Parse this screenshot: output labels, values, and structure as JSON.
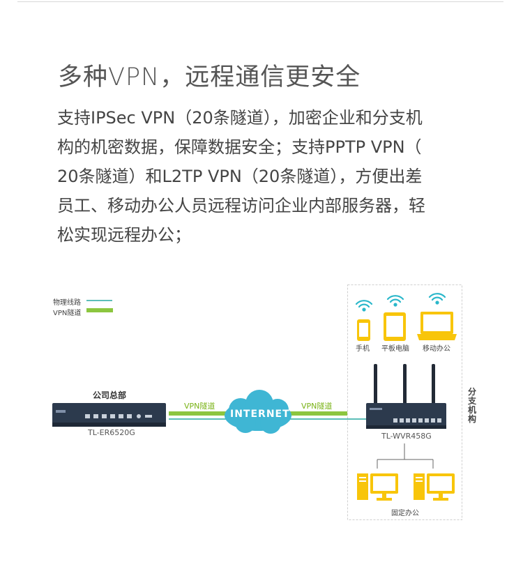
{
  "title": "多种VPN，远程通信更安全",
  "description_lines": [
    "支持IPSec VPN（20条隧道），加密企业和分支机",
    "构的机密数据，保障数据安全；支持PPTP VPN（",
    "20条隧道）和L2TP VPN（20条隧道），方便出差",
    "员工、移动办公人员远程访问企业内部服务器，轻",
    "松实现远程办公；"
  ],
  "legend": {
    "physical": {
      "label": "物理线路",
      "color": "#27a9a1"
    },
    "vpn": {
      "label": "VPN隧道",
      "color": "#8cc63f"
    }
  },
  "hq": {
    "label": "公司总部",
    "device": "TL-ER6520G"
  },
  "internet": {
    "label": "INTERNET"
  },
  "tunnel_left": "VPN隧道",
  "tunnel_right": "VPN隧道",
  "branch": {
    "label": "分支机构",
    "device": "TL-WVR458G",
    "mobile": [
      "手机",
      "平板电脑",
      "移动办公"
    ],
    "fixed": "固定办公"
  },
  "colors": {
    "accent_yellow": "#f8c50a",
    "wifi": "#2ab7ca",
    "device_dark": "#2c3a4d"
  }
}
